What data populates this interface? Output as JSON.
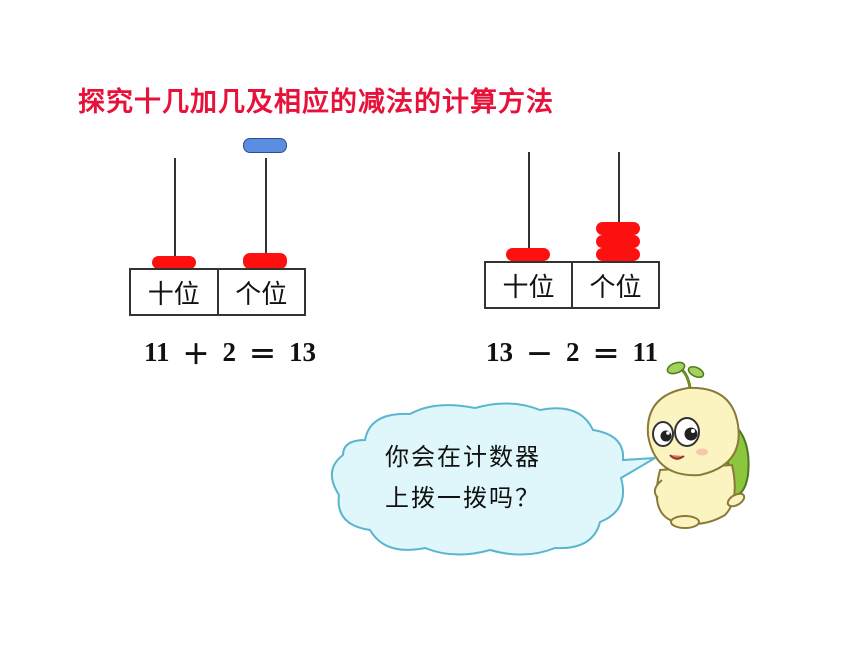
{
  "title": "探究十几加几及相应的减法的计算方法",
  "left_abacus": {
    "tens_label": "十位",
    "ones_label": "个位",
    "equation": {
      "a": "11",
      "op": "＋",
      "b": "2",
      "eq": "＝",
      "result": "13"
    }
  },
  "right_abacus": {
    "tens_label": "十位",
    "ones_label": "个位",
    "equation": {
      "a": "13",
      "op": "－",
      "b": "2",
      "eq": "＝",
      "result": "11"
    }
  },
  "speech": {
    "line1": "你会在计数器",
    "line2": "上拨一拨吗？"
  },
  "colors": {
    "title": "#e8113a",
    "bead": "#ff1010",
    "moved_bead": "#5b8ee0",
    "bubble_fill": "#dff6fb",
    "bubble_stroke": "#5ab6cf"
  }
}
